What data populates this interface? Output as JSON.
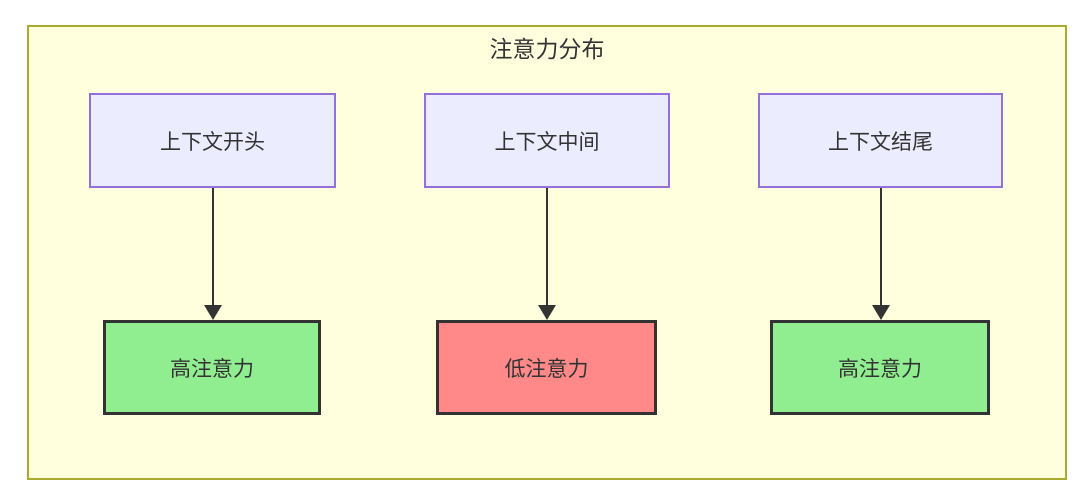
{
  "diagram": {
    "title": "注意力分布",
    "columns": [
      {
        "top_label": "上下文开头",
        "bottom_label": "高注意力",
        "level": "high"
      },
      {
        "top_label": "上下文中间",
        "bottom_label": "低注意力",
        "level": "low"
      },
      {
        "top_label": "上下文结尾",
        "bottom_label": "高注意力",
        "level": "high"
      }
    ],
    "colors": {
      "frame_background": "#ffffde",
      "frame_border": "#aaaa33",
      "context_node_background": "#ececff",
      "context_node_border": "#9370db",
      "high_attention_background": "#90ee90",
      "low_attention_background": "#ff8888",
      "attention_node_border": "#333333",
      "arrow": "#333333",
      "text": "#333333"
    }
  }
}
